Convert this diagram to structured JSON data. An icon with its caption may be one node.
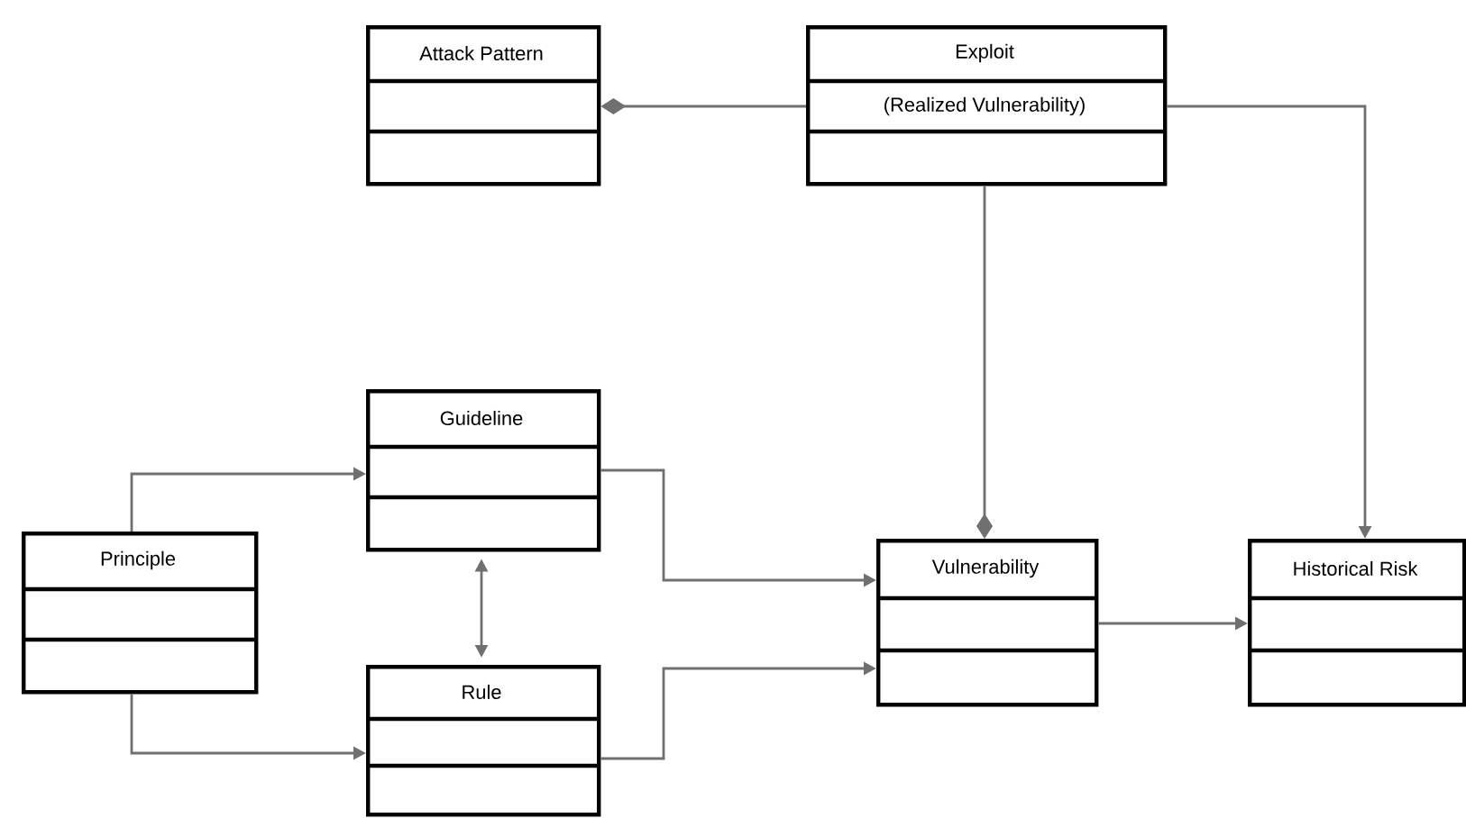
{
  "diagram": {
    "nodes": [
      {
        "text": [
          "Attack Pattern"
        ]
      },
      {
        "text": [
          "Exploit",
          "(Realized Vulnerability)"
        ]
      },
      {
        "text": [
          "Guideline"
        ]
      },
      {
        "text": [
          "Principle"
        ]
      },
      {
        "text": [
          "Vulnerability"
        ]
      },
      {
        "text": [
          "Historical Risk"
        ]
      },
      {
        "text": [
          "Rule"
        ]
      }
    ],
    "edges": [
      {
        "from": 1,
        "to": 0,
        "arrow": "other"
      },
      {
        "from": 1,
        "to": 5,
        "arrow": "to"
      },
      {
        "from": 1,
        "to": 4,
        "arrow": "other"
      },
      {
        "from": 3,
        "to": 2,
        "arrow": "to"
      },
      {
        "from": 3,
        "to": 6,
        "arrow": "to"
      },
      {
        "from": 2,
        "to": 6,
        "arrow": "both"
      },
      {
        "from": 2,
        "to": 4,
        "arrow": "to"
      },
      {
        "from": 6,
        "to": 4,
        "arrow": "to"
      },
      {
        "from": 4,
        "to": 5,
        "arrow": "to"
      }
    ]
  }
}
